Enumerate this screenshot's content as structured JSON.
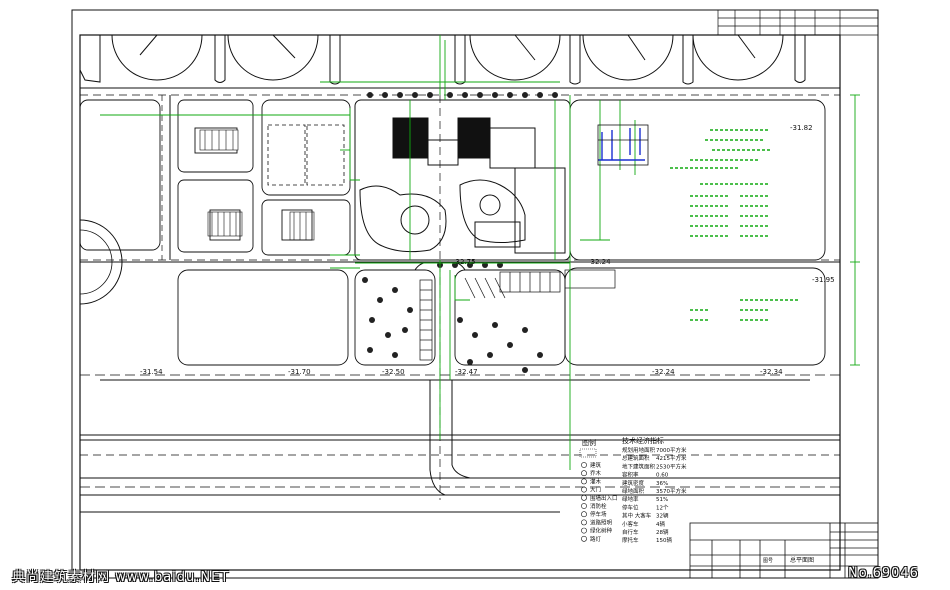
{
  "elevations": {
    "e1": "-31.82",
    "e2": "-32.75",
    "e3": "-32.24",
    "e4": "-31.95",
    "e5": "-31.54",
    "e6": "-31.70",
    "e7": "-32.50",
    "e8": "-32.47",
    "e9": "-32.24",
    "e10": "-32.34"
  },
  "legend": {
    "header": "图例",
    "items": [
      "建筑",
      "乔木",
      "灌木",
      "大门",
      "围墙出入口",
      "消防栓",
      "停车场",
      "道路照明",
      "绿化树种",
      "路灯"
    ]
  },
  "stats": {
    "title": "技术经济指标",
    "rows": [
      {
        "label": "规划用地面积",
        "value": "7000平方米"
      },
      {
        "label": "总建筑面积",
        "value": "4215平方米"
      },
      {
        "label": "地下建筑面积",
        "value": "2530平方米"
      },
      {
        "label": "容积率",
        "value": "0.60"
      },
      {
        "label": "建筑密度",
        "value": "36%"
      },
      {
        "label": "绿地面积",
        "value": "3570平方米"
      },
      {
        "label": "绿地率",
        "value": "51%"
      },
      {
        "label": "停车位",
        "value": "12个"
      },
      {
        "label": "其中 大客车",
        "value": "32辆"
      },
      {
        "label": "小客车",
        "value": "4辆"
      },
      {
        "label": "自行车",
        "value": "28辆"
      },
      {
        "label": "摩托车",
        "value": "150辆"
      }
    ]
  },
  "titleblock": {
    "drawing_name": "总平面图",
    "field": "图号"
  },
  "watermark": {
    "left": "典尚建筑素材网 www.baidu.NET",
    "right": "No.69046"
  }
}
